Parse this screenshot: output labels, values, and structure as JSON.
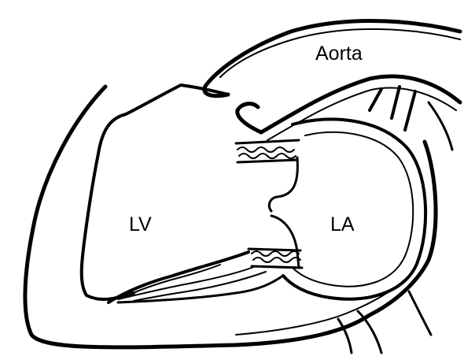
{
  "labels": {
    "aorta": "Aorta",
    "lv": "LV",
    "la": "LA"
  },
  "colors": {
    "ink": "#000000",
    "paper": "#ffffff"
  }
}
